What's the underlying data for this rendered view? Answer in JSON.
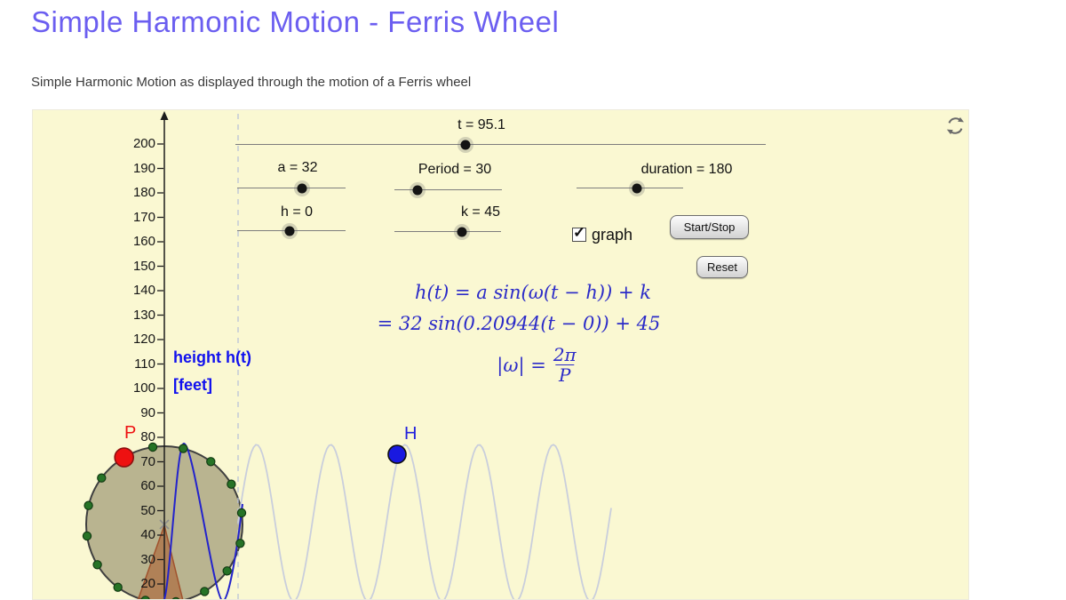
{
  "page": {
    "title": "Simple Harmonic Motion - Ferris Wheel",
    "subtitle": "Simple Harmonic Motion as displayed through the motion of a Ferris wheel"
  },
  "applet": {
    "sliders": {
      "t": "t = 95.1",
      "a": "a = 32",
      "period": "Period = 30",
      "duration": "duration = 180",
      "h": "h = 0",
      "k": "k = 45"
    },
    "checkbox": {
      "label": "graph",
      "checked": true,
      "check_glyph": "✓"
    },
    "buttons": {
      "start_stop": "Start/Stop",
      "reset": "Reset"
    },
    "formula": {
      "line1": "h(t) = a sin(ω(t − h)) + k",
      "line2": "= 32 sin(0.20944(t − 0)) + 45",
      "line3_lhs": "|ω| =",
      "line3_numerator": "2π",
      "line3_denominator": "P"
    },
    "axis": {
      "caption_line1": "height h(t)",
      "caption_line2": "[feet]",
      "ticks": [
        200,
        190,
        180,
        170,
        160,
        150,
        140,
        130,
        120,
        110,
        100,
        90,
        80,
        70,
        60,
        50,
        40,
        30,
        20
      ]
    },
    "points": {
      "wheel_point": "P",
      "graph_point": "H"
    },
    "model": {
      "t": 95.1,
      "a": 32,
      "period": 30,
      "duration": 180,
      "h": 0,
      "k": 45,
      "omega": 0.20944
    },
    "colors": {
      "title": "#6B5EF0",
      "canvas_bg": "#FAF8D2",
      "formula_blue": "#2B2BC8",
      "axis_caption_blue": "#1111EE",
      "point_p_red": "#EE1111",
      "point_h_blue": "#1919E0",
      "wave_gray": "#C9CEDC",
      "curve_blue": "#2323CC",
      "wheel_fill": "#B9B490",
      "wheel_stroke": "#3F3F3F",
      "wheel_dot_green": "#267326",
      "support_fill": "#C08050",
      "support_stroke": "#A0522D"
    }
  }
}
